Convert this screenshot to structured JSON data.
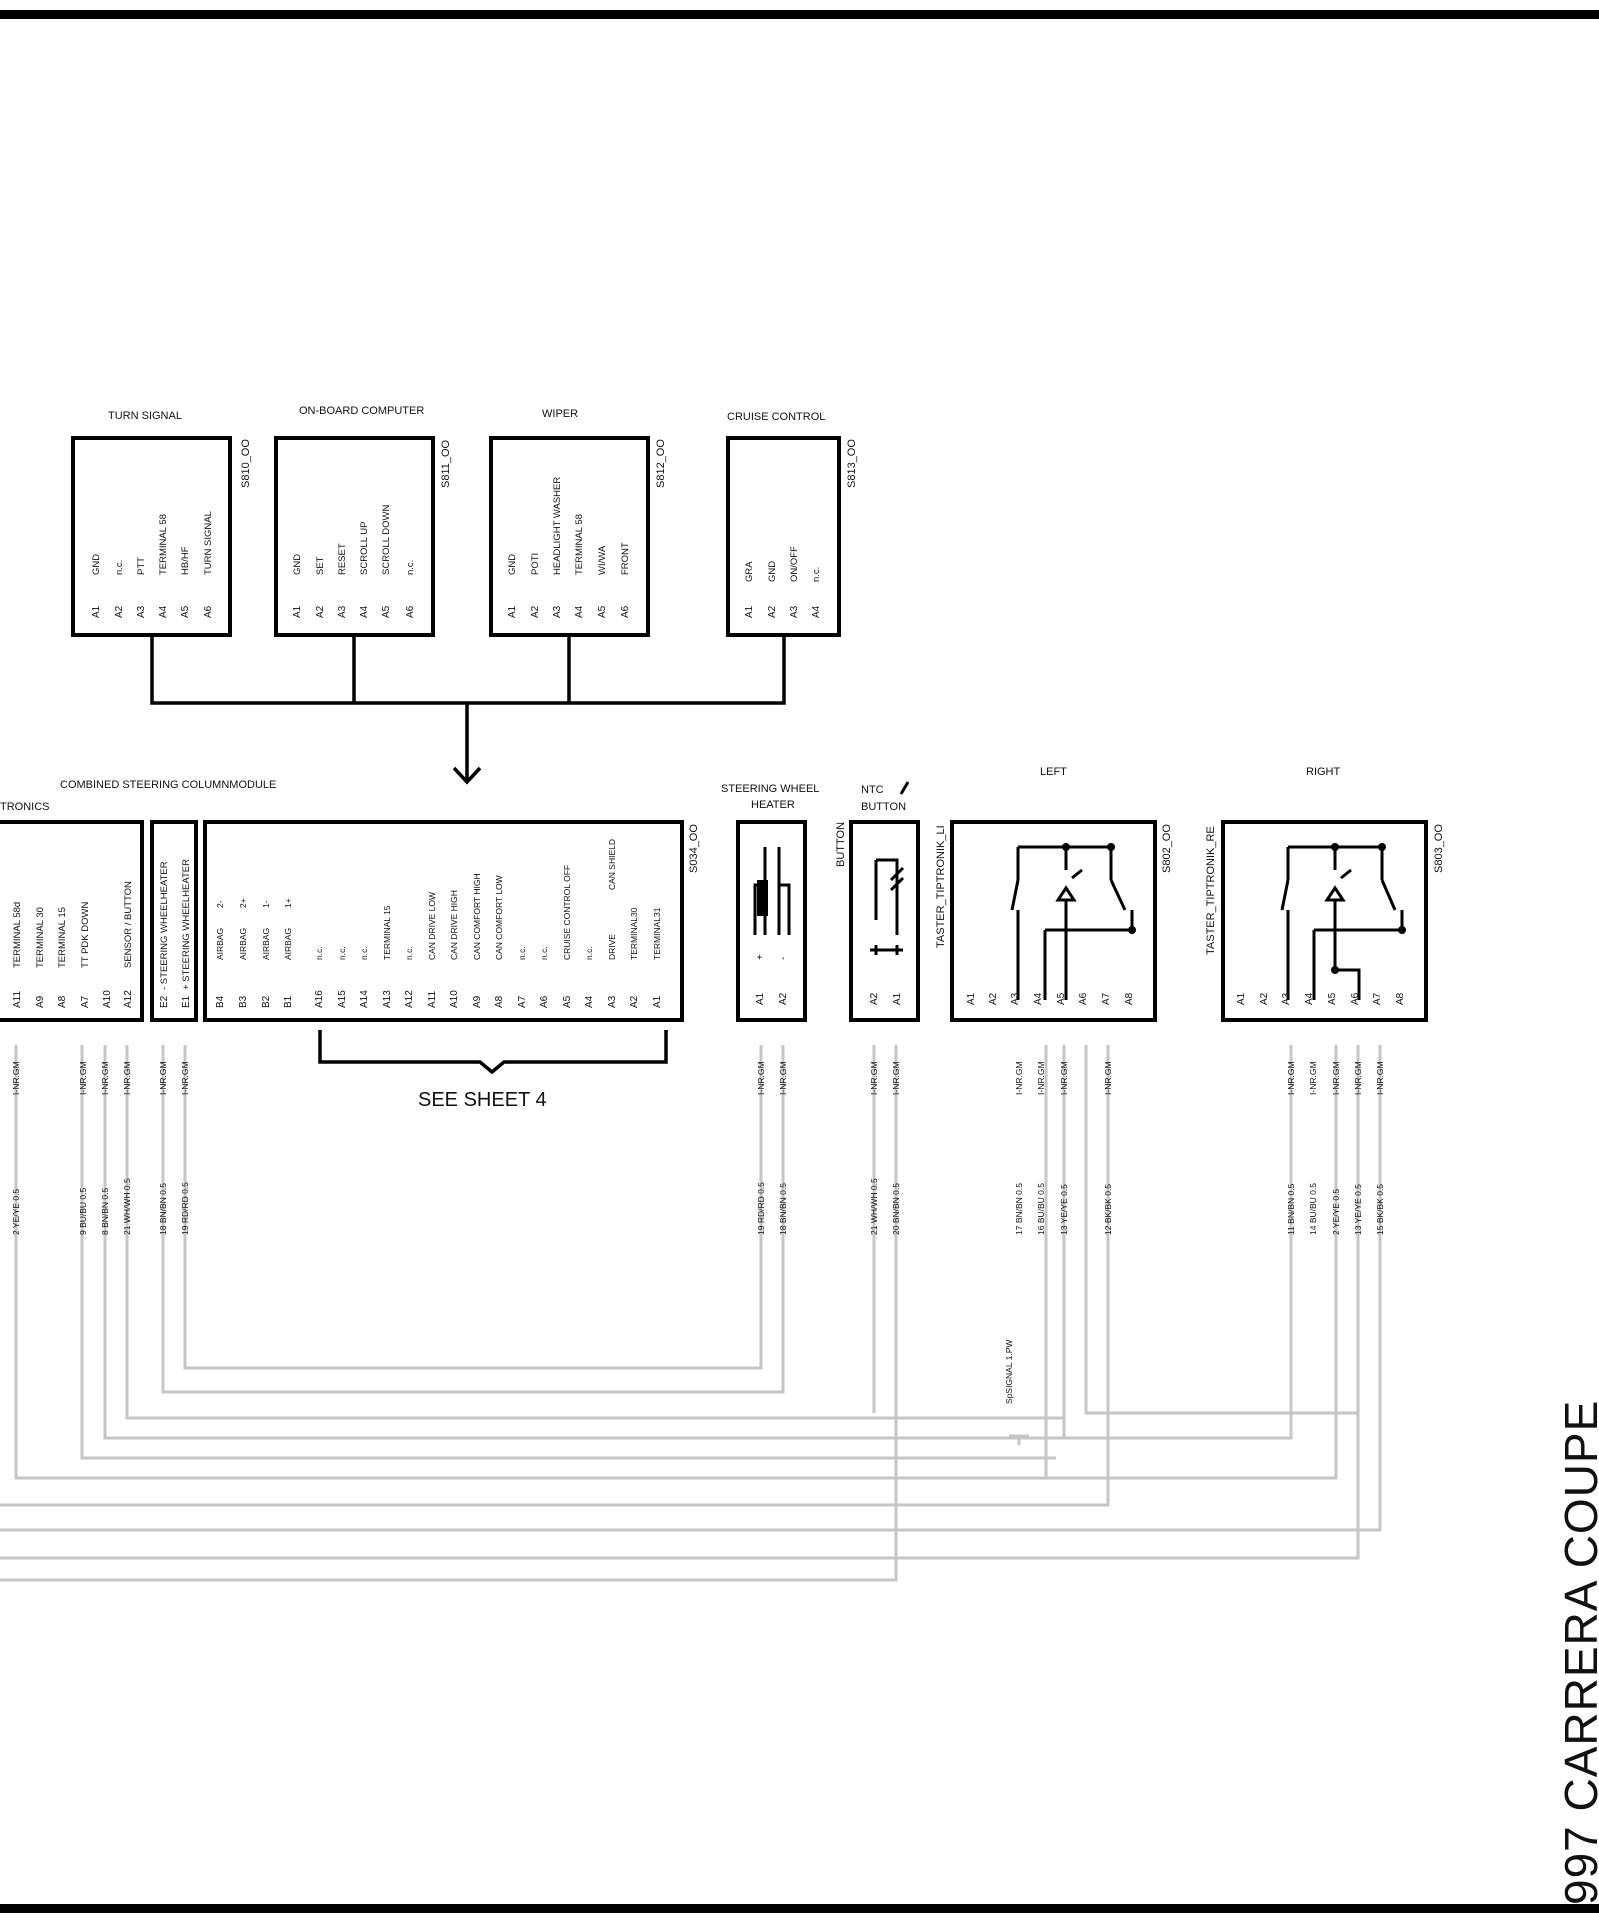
{
  "page": {
    "vehicle_title": "997   CARRERA COUPE"
  },
  "switches": [
    {
      "key": "turn",
      "title": "TURN SIGNAL",
      "code": "S810_OO",
      "pins": [
        {
          "pin": "A1",
          "sig": "GND"
        },
        {
          "pin": "A2",
          "sig": "n.c."
        },
        {
          "pin": "A3",
          "sig": "PTT"
        },
        {
          "pin": "A4",
          "sig": "TERMINAL 58"
        },
        {
          "pin": "A5",
          "sig": "HB/HF"
        },
        {
          "pin": "A6",
          "sig": "TURN SIGNAL"
        }
      ]
    },
    {
      "key": "obc",
      "title": "ON-BOARD COMPUTER",
      "code": "S811_OO",
      "pins": [
        {
          "pin": "A1",
          "sig": "GND"
        },
        {
          "pin": "A2",
          "sig": "SET"
        },
        {
          "pin": "A3",
          "sig": "RESET"
        },
        {
          "pin": "A4",
          "sig": "SCROLL UP"
        },
        {
          "pin": "A5",
          "sig": "SCROLL DOWN"
        },
        {
          "pin": "A6",
          "sig": "n.c."
        }
      ]
    },
    {
      "key": "wiper",
      "title": "WIPER",
      "code": "S812_OO",
      "pins": [
        {
          "pin": "A1",
          "sig": "GND"
        },
        {
          "pin": "A2",
          "sig": "POTI"
        },
        {
          "pin": "A3",
          "sig": "HEADLIGHT WASHER"
        },
        {
          "pin": "A4",
          "sig": "TERMINAL 58"
        },
        {
          "pin": "A5",
          "sig": "WI/WA"
        },
        {
          "pin": "A6",
          "sig": "FRONT"
        }
      ]
    },
    {
      "key": "cruise",
      "title": "CRUISE CONTROL",
      "code": "S813_OO",
      "pins": [
        {
          "pin": "A1",
          "sig": "GRA"
        },
        {
          "pin": "A2",
          "sig": "GND"
        },
        {
          "pin": "A3",
          "sig": "ON/OFF"
        },
        {
          "pin": "A4",
          "sig": "n.c."
        }
      ]
    }
  ],
  "module": {
    "title": "COMBINED STEERING COLUMNMODULE",
    "left_label": "TRONICS",
    "code": "S034_OO",
    "see_sheet": "SEE SHEET 4",
    "left_pins": [
      {
        "pin": "A11",
        "sig": "TERMINAL 58d"
      },
      {
        "pin": "A9",
        "sig": "TERMINAL 30"
      },
      {
        "pin": "A8",
        "sig": "TERMINAL 15"
      },
      {
        "pin": "A7",
        "sig": "TT PDK DOWN"
      },
      {
        "pin": "A10",
        "sig": ""
      },
      {
        "pin": "A12",
        "sig": "SENSOR  /  BUTTON"
      }
    ],
    "heater_pins": [
      {
        "pin": "E2",
        "sig": "- STEERING WHEELHEATER"
      },
      {
        "pin": "E1",
        "sig": "+ STEERING WHEELHEATER"
      }
    ],
    "airbag_pins": [
      {
        "pin": "B4",
        "sig": "AIRBAG",
        "pol": "2-"
      },
      {
        "pin": "B3",
        "sig": "AIRBAG",
        "pol": "2+"
      },
      {
        "pin": "B2",
        "sig": "AIRBAG",
        "pol": "1-"
      },
      {
        "pin": "B1",
        "sig": "AIRBAG",
        "pol": "1+"
      }
    ],
    "main_pins": [
      {
        "pin": "A16",
        "sig": "n.c."
      },
      {
        "pin": "A15",
        "sig": "n.c."
      },
      {
        "pin": "A14",
        "sig": "n.c."
      },
      {
        "pin": "A13",
        "sig": "TERMINAL 15"
      },
      {
        "pin": "A12",
        "sig": "n.c."
      },
      {
        "pin": "A11",
        "sig": "CAN DRIVE LOW"
      },
      {
        "pin": "A10",
        "sig": "CAN DRIVE HIGH"
      },
      {
        "pin": "A9",
        "sig": "CAN COMFORT HIGH"
      },
      {
        "pin": "A8",
        "sig": "CAN COMFORT LOW"
      },
      {
        "pin": "A7",
        "sig": "n.c."
      },
      {
        "pin": "A6",
        "sig": "n.c."
      },
      {
        "pin": "A5",
        "sig": "CRUISE CONTROL OFF"
      },
      {
        "pin": "A4",
        "sig": "n.c."
      },
      {
        "pin": "A3",
        "sig": "DRIVE",
        "sig2": "CAN  SHIELD"
      },
      {
        "pin": "A2",
        "sig": "TERMINAL30"
      },
      {
        "pin": "A1",
        "sig": "TERMINAL31"
      }
    ]
  },
  "heater": {
    "title_line1": "STEERING WHEEL",
    "title_line2": "HEATER",
    "pins": [
      "A1",
      "A2"
    ],
    "pol": [
      "+",
      "-"
    ]
  },
  "ntc": {
    "title_line1": "NTC",
    "title_line2": "BUTTON",
    "side_label": "BUTTON",
    "pins": [
      "A2",
      "A1"
    ]
  },
  "tiptronic_left": {
    "title": "LEFT",
    "side_label": "TASTER_TIPTRONIK_LI",
    "code": "S802_OO",
    "pins": [
      "A1",
      "A2",
      "A3",
      "A4",
      "A5",
      "A6",
      "A7",
      "A8"
    ]
  },
  "tiptronic_right": {
    "title": "RIGHT",
    "side_label": "TASTER_TIPTRONIK_RE",
    "code": "S803_OO",
    "pins": [
      "A1",
      "A2",
      "A3",
      "A4",
      "A5",
      "A6",
      "A7",
      "A8"
    ]
  },
  "connector_marks": [
    "I-NR.GM",
    "I-NR.GM",
    "I-NR.GM",
    "I-NR.GM",
    "I-NR.GM",
    "I-NR.GM",
    "I-NR.GM",
    "I-NR.GM",
    "I-NR.GM",
    "I-NR.GM",
    "I-NR.GM",
    "I-NR.GM",
    "I-NR.GM",
    "I-NR.GM",
    "I-NR.GM",
    "I-NR.GM",
    "I-NR.GM",
    "I-NR.GM",
    "I-NR.GM"
  ],
  "wire_labels": [
    "2 YE/YE 0.5",
    "9 BU/BU 0.5",
    "8 BN/BN 0.5",
    "21 WH/WH 0.5",
    "18 BN/BN 0.5",
    "19 RD/RD 0.5",
    "19 RD/RD 0.5",
    "18 BN/BN 0.5",
    "21 WH/WH 0.5",
    "20 BN/BN 0.5",
    "17 BN/BN 0.5",
    "16 BU/BU 0.5",
    "13 YE/YE 0.5",
    "12 BK/BK 0.5",
    "11 BN/BN 0.5",
    "14 BU/BU 0.5",
    "2 YE/YE 0.5",
    "13 YE/YE 0.5",
    "15 BK/BK 0.5"
  ],
  "signal_label": "SpSIGNAL 1.PW"
}
